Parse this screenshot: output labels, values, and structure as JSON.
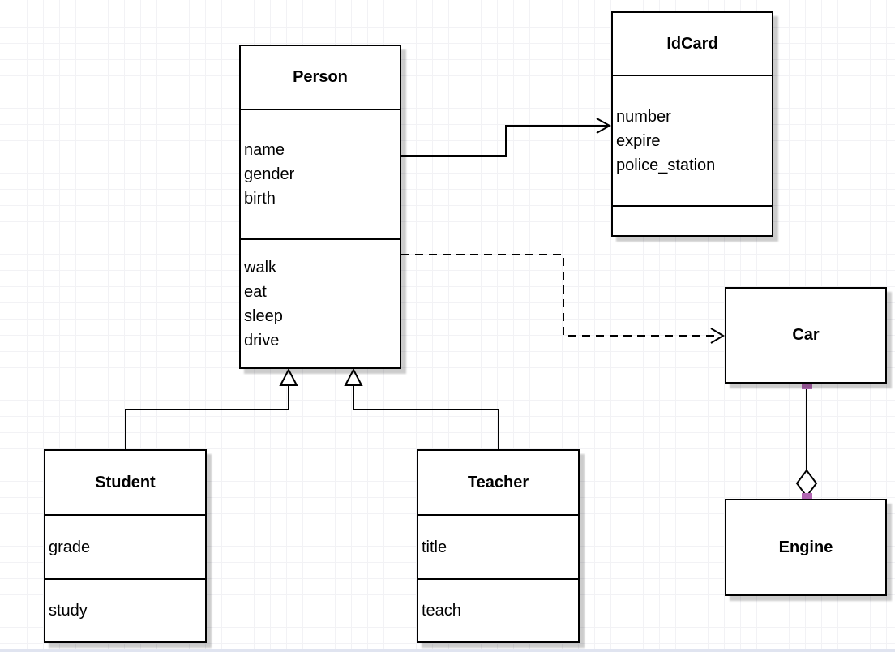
{
  "diagram": {
    "type": "uml-class-diagram",
    "classes": [
      {
        "name": "Person",
        "attributes": [
          "name",
          "gender",
          "birth"
        ],
        "methods": [
          "walk",
          "eat",
          "sleep",
          "drive"
        ]
      },
      {
        "name": "IdCard",
        "attributes": [
          "number",
          "expire",
          "police_station"
        ],
        "methods": []
      },
      {
        "name": "Car",
        "attributes": [],
        "methods": []
      },
      {
        "name": "Engine",
        "attributes": [],
        "methods": []
      },
      {
        "name": "Student",
        "attributes": [
          "grade"
        ],
        "methods": [
          "study"
        ]
      },
      {
        "name": "Teacher",
        "attributes": [
          "title"
        ],
        "methods": [
          "teach"
        ]
      }
    ],
    "relationships": [
      {
        "type": "association",
        "from": "Person",
        "to": "IdCard",
        "line": "solid",
        "arrow": "open"
      },
      {
        "type": "dependency",
        "from": "Person",
        "to": "Car",
        "line": "dashed",
        "arrow": "open"
      },
      {
        "type": "generalization",
        "from": "Student",
        "to": "Person",
        "line": "solid",
        "arrow": "hollow-triangle"
      },
      {
        "type": "generalization",
        "from": "Teacher",
        "to": "Person",
        "line": "solid",
        "arrow": "hollow-triangle"
      },
      {
        "type": "aggregation",
        "from": "Car",
        "to": "Engine",
        "line": "solid",
        "arrow": "hollow-diamond"
      }
    ],
    "colors": {
      "stroke": "#000000",
      "shape_fill": "#ffffff",
      "grid_line": "#f2f2f5",
      "endpoint_handle": "#b266b2"
    }
  }
}
